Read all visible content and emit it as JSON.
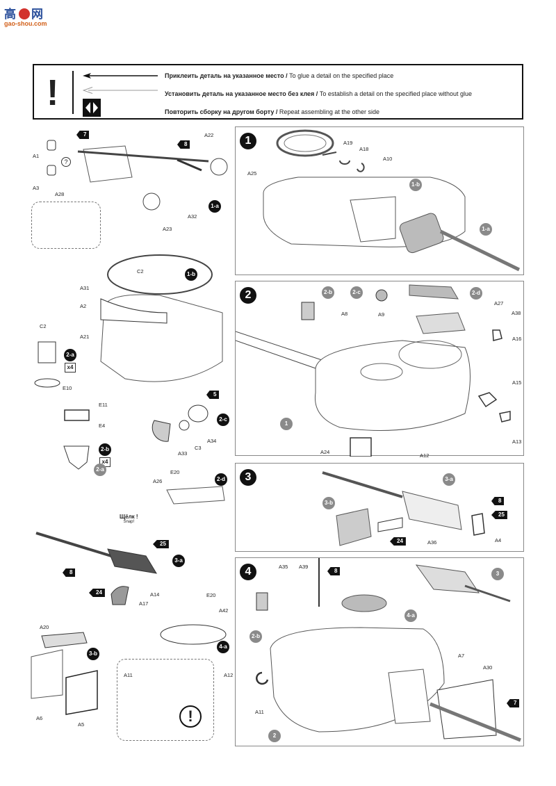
{
  "logo": {
    "cn_left": "高",
    "cn_right": "网",
    "url": "gao-shou.com"
  },
  "legend": {
    "symbol": "!",
    "rows": [
      {
        "ru": "Приклеить деталь на указанное место /",
        "en": "To glue a detail on the specified place"
      },
      {
        "ru": "Установить деталь на указанное место без клея /",
        "en": "To establish a detail on the specified place without glue"
      },
      {
        "ru": "Повторить сборку на другом борту   /",
        "en": "Repeat assembling at the other side"
      }
    ]
  },
  "left": {
    "s1a": {
      "badge": "1-a",
      "parts": [
        "A1",
        "A3",
        "A28",
        "A23",
        "A32",
        "A22"
      ],
      "stars": [
        "7",
        "8"
      ],
      "question": "?"
    },
    "s1b": {
      "badge": "1-b",
      "parts": [
        "C2",
        "A31",
        "A2",
        "A21"
      ]
    },
    "s2a": {
      "badge": "2-a",
      "parts": [
        "C2",
        "E10"
      ],
      "mult": "x4"
    },
    "s2b": {
      "badge": "2-b",
      "parts": [
        "E11",
        "E4"
      ],
      "mult": "x4",
      "ref": "2-a"
    },
    "s2c": {
      "badge": "2-c",
      "parts": [
        "A34",
        "C3",
        "A33"
      ],
      "star": "5"
    },
    "s2d": {
      "badge": "2-d",
      "parts": [
        "E20",
        "A26"
      ]
    },
    "s3a": {
      "badge": "3-a",
      "parts": [
        "A14",
        "A17"
      ],
      "stars": [
        "25",
        "8",
        "24"
      ],
      "snap_ru": "Щёлк !",
      "snap_en": "Snap!"
    },
    "s4a": {
      "badge": "4-a",
      "parts": [
        "E20",
        "A42"
      ]
    },
    "s3b": {
      "badge": "3-b",
      "parts": [
        "A20",
        "A6",
        "A5"
      ]
    },
    "detail": {
      "parts": [
        "A11",
        "A12"
      ],
      "symbol": "!"
    }
  },
  "steps": {
    "s1": {
      "num": "1",
      "parts": [
        "A25",
        "A19",
        "A18",
        "A10"
      ],
      "refs": [
        "1-b",
        "1-a"
      ]
    },
    "s2": {
      "num": "2",
      "parts": [
        "A8",
        "A9",
        "A27",
        "A38",
        "A16",
        "A15",
        "A13",
        "A12",
        "A24"
      ],
      "refs": [
        "2-b",
        "2-c",
        "2-d",
        "1"
      ]
    },
    "s3": {
      "num": "3",
      "parts": [
        "A36",
        "A4"
      ],
      "refs": [
        "3-a",
        "3-b"
      ],
      "stars": [
        "8",
        "25",
        "24"
      ]
    },
    "s4": {
      "num": "4",
      "parts": [
        "A35",
        "A39",
        "A7",
        "A30",
        "A11"
      ],
      "refs": [
        "3",
        "4-a",
        "2-b",
        "2"
      ],
      "stars": [
        "8",
        "7"
      ]
    }
  }
}
